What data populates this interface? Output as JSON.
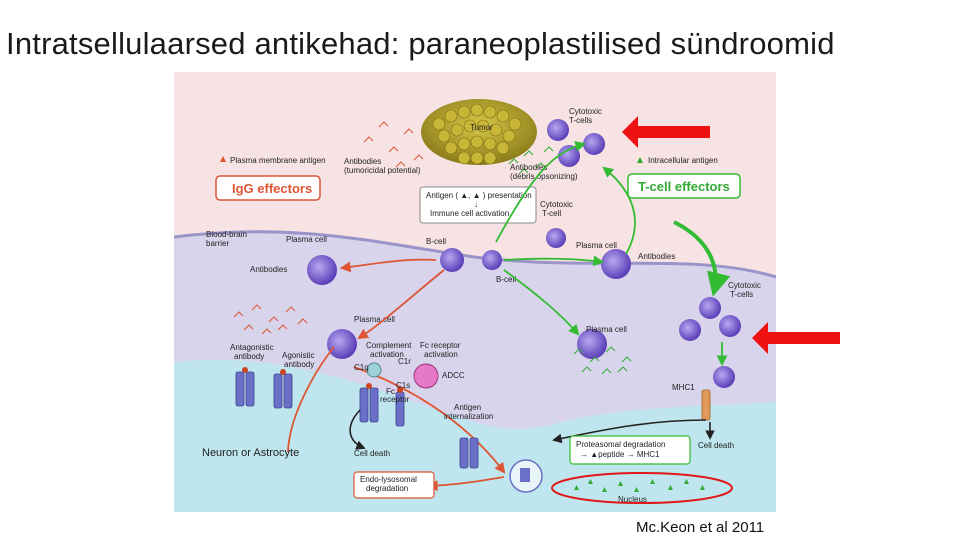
{
  "slide": {
    "title": "Intratsellulaarsed antikehad: paraneoplastilised sündroomid",
    "citation": "Mc.Keon et al 2011"
  },
  "figure": {
    "tumor": "Tumor",
    "cytotoxic_tcells_top": "Cytotoxic\nT-cells",
    "plasma_membrane_antigen": "Plasma membrane antigen",
    "intracellular_antigen": "Intracellular antigen",
    "antibodies_tumoricidal": "Antibodies\n(tumoricidal potential)",
    "antibodies_debris": "Antibodies\n(debris opsonizing)",
    "igg_effectors": "IgG effectors",
    "tcell_effectors": "T-cell effectors",
    "antigen_presentation": "Antigen ( ▲, ▲ ) presentation\n↓\nImmune cell activation",
    "cytotoxic_tcell_mid": "Cytotoxic\nT-cell",
    "blood_brain_barrier": "Blood-brain\nbarrier",
    "plasma_cell_left": "Plasma cell",
    "bcell_left": "B-cell",
    "bcell_right": "B-cell",
    "plasma_cell_right": "Plasma cell",
    "antibodies_left": "Antibodies",
    "antibodies_right": "Antibodies",
    "cytotoxic_tcells_right": "Cytotoxic\nT-cells",
    "plasma_cell_center": "Plasma cell",
    "plasma_cell_lower_right": "Plasma cell",
    "antagonistic_antibody": "Antagonistic\nantibody",
    "agonistic_antibody": "Agonistic\nantibody",
    "complement_activation": "Complement\nactivation",
    "fc_receptor_activation": "Fc receptor\nactivation",
    "c1q": "C1q",
    "c1r": "C1r",
    "c1s": "C1s",
    "fc_receptor": "Fc\nreceptor",
    "adcc": "ADCC",
    "antigen_internalization": "Antigen\ninternalization",
    "mhc1": "MHC1",
    "neuron_or_astrocyte": "Neuron or Astrocyte",
    "cell_death_left": "Cell death",
    "cell_death_right": "Cell death",
    "proteasomal_degradation": "Proteasomal degradation\n→ ▲peptide → MHC1",
    "endo_lysosomal": "Endo-lysosomal\ndegradation",
    "nucleus": "Nucleus",
    "colors": {
      "red_arrow": "#ee1111",
      "green_arrow": "#33bb33",
      "orange_arrow": "#dd5533",
      "cell_purple": "#7a5fd0",
      "tumor_olive": "#b4a22a",
      "highlight_ellipse": "#e01818"
    }
  }
}
